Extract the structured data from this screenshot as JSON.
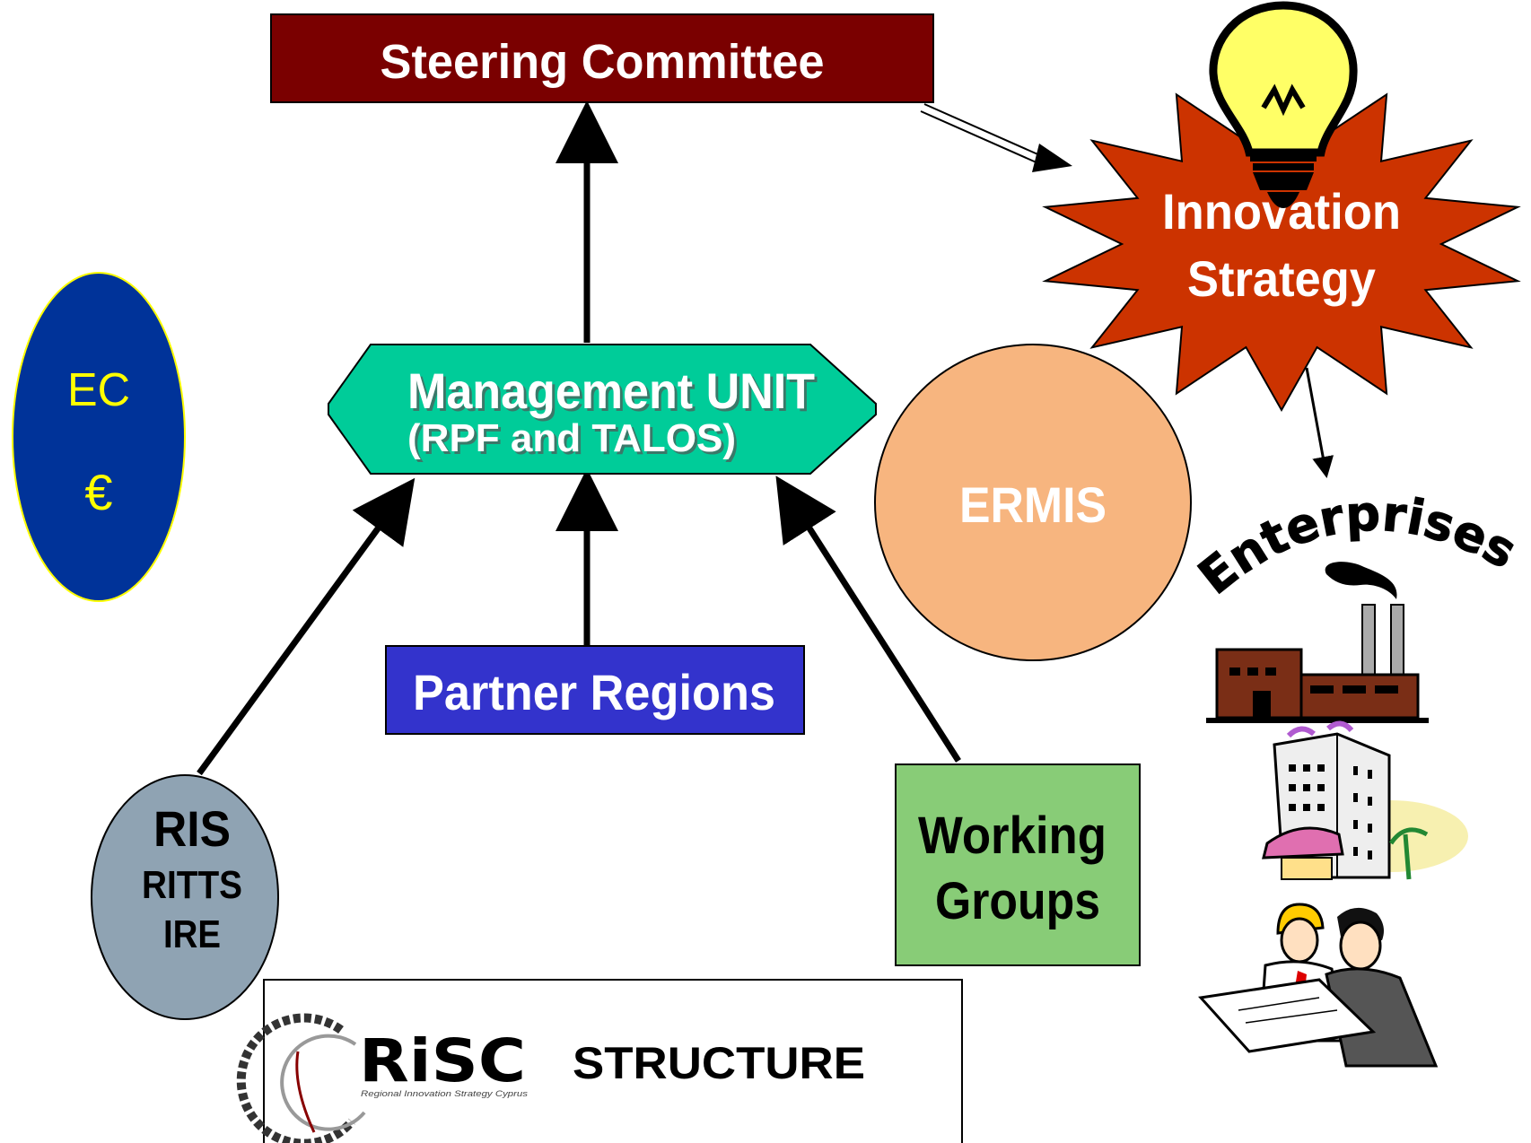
{
  "steering": {
    "label": "Steering Committee"
  },
  "innovation": {
    "line1": "Innovation",
    "line2": "Strategy"
  },
  "ec": {
    "line1": "EC",
    "line2": "€"
  },
  "management": {
    "line1": "Management UNIT",
    "line2": "(RPF and TALOS)"
  },
  "ermis": {
    "label": "ERMIS"
  },
  "partner": {
    "label": "Partner Regions"
  },
  "ris": {
    "line1": "RIS",
    "line2": "RITTS",
    "line3": "IRE"
  },
  "working": {
    "line1": "Working",
    "line2": "Groups"
  },
  "enterprises": {
    "label": "Enterprises"
  },
  "footer": {
    "logo_text": "RiSC",
    "logo_tagline": "Regional Innovation Strategy Cyprus",
    "title": "STRUCTURE"
  },
  "colors": {
    "steering": "#7a0000",
    "starburst": "#cc3300",
    "ec": "#003399",
    "ec_text": "#ffff00",
    "management": "#00cc99",
    "ermis": "#f7b57f",
    "partner": "#3333cc",
    "ris": "#8fa3b3",
    "working": "#88cc77"
  },
  "icons": [
    "lightbulb-icon",
    "factory-icon",
    "hotel-building-icon",
    "workers-blueprint-icon",
    "gear-logo-icon"
  ]
}
